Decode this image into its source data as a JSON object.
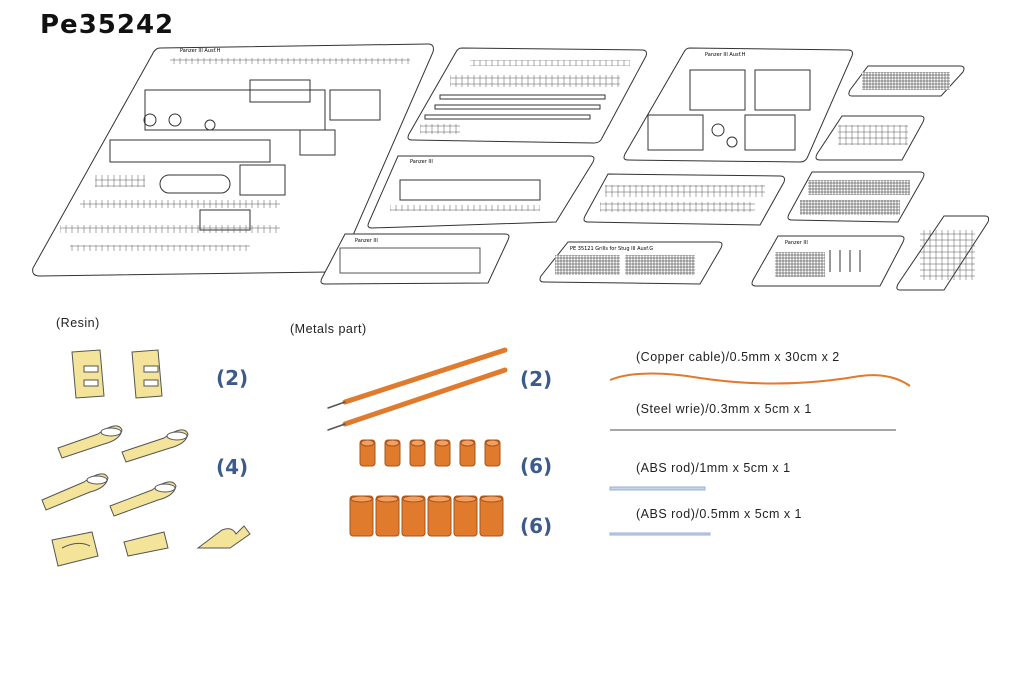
{
  "title": "Pe35242",
  "sheets": {
    "sheet1_label": "Panzer III Ausf.H",
    "sheet2_label": "Panzer III Ausf.H",
    "sheet3_label": "Panzer III",
    "sheet4_label": "Panzer III",
    "sheet5_label": "PE 35121 Grills for Stug III Ausf.G",
    "sheet6_label": "Panzer III"
  },
  "sections": {
    "resin_label": "(Resin)",
    "metal_label": "(Metals part)"
  },
  "counts": {
    "resin_clips": "(2)",
    "resin_tow": "(4)",
    "metal_rods": "(2)",
    "small_tubes": "(6)",
    "large_tubes": "(6)"
  },
  "materials": {
    "copper": "(Copper cable)/0.5mm x 30cm x 2",
    "steel": "(Steel wrie)/0.3mm x 5cm x 1",
    "abs1": "(ABS rod)/1mm x 5cm x 1",
    "abs2": "(ABS rod)/0.5mm x 5cm x 1"
  },
  "colors": {
    "resin": "#f4e49a",
    "copper": "#e07a2c",
    "steel": "#888888",
    "abs": "#9ab0d6",
    "count": "#3c5a8c"
  }
}
